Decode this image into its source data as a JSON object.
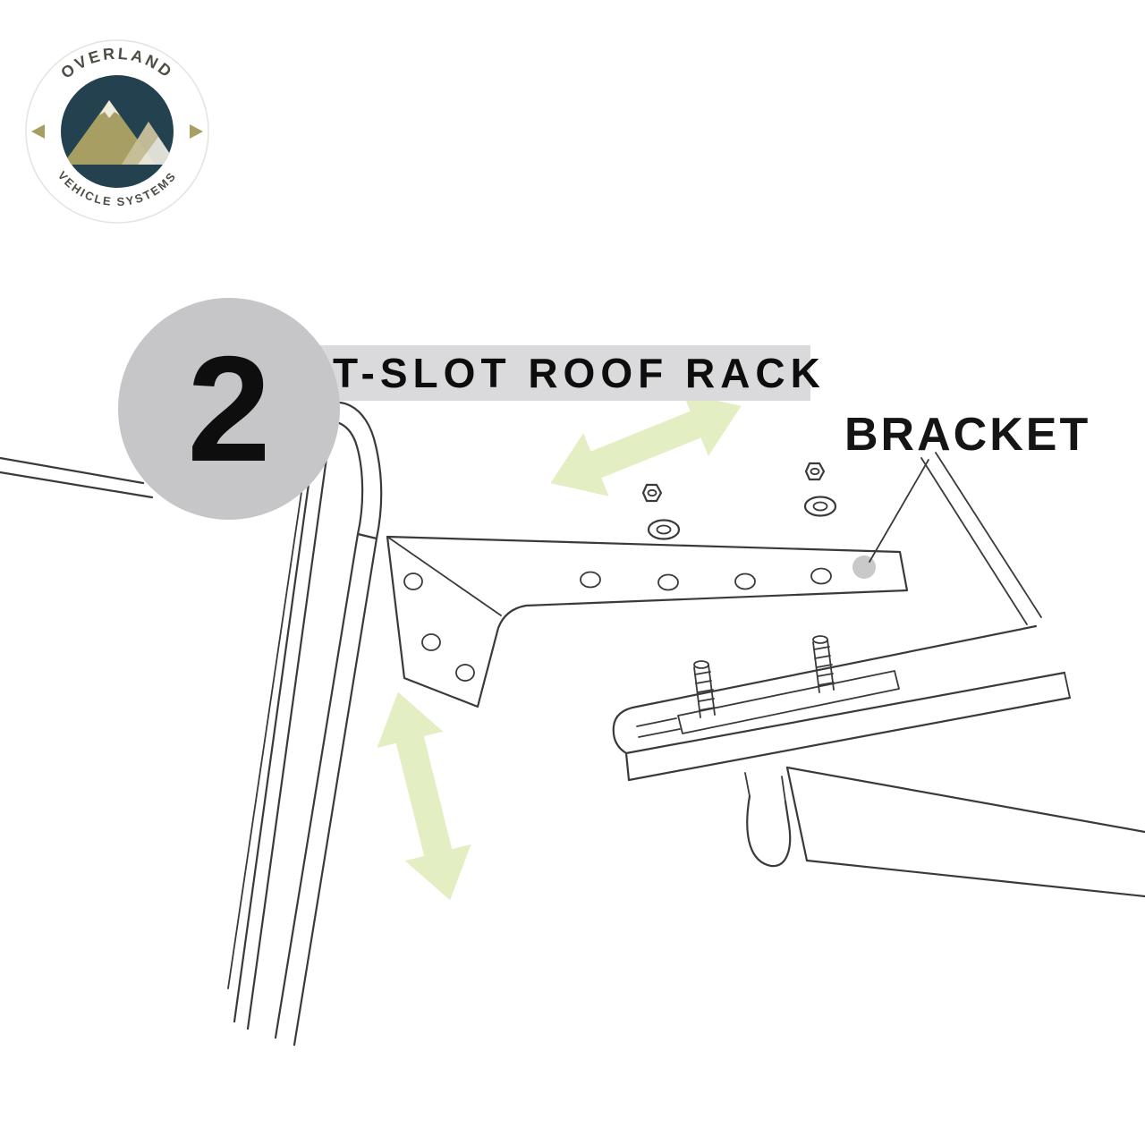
{
  "logo": {
    "top_text": "OVERLAND",
    "bottom_text": "VEHICLE SYSTEMS"
  },
  "step": {
    "number": "2"
  },
  "banner": {
    "title": "T-SLOT ROOF RACK"
  },
  "callout": {
    "label": "BRACKET"
  },
  "diagram": {
    "parts": [
      "l-bracket",
      "t-slot-rail",
      "threaded-stud-left",
      "threaded-stud-right",
      "washer-left",
      "washer-right",
      "nut-left",
      "nut-right",
      "vehicle-door-frame",
      "direction-arrow-upper",
      "direction-arrow-lower"
    ],
    "colors": {
      "line": "#3a3a3a",
      "arrow": "#e3eec3",
      "badge": "#c6c6c8",
      "banner": "#dadadc",
      "logo_navy": "#23414f",
      "logo_khaki": "#a79e63"
    }
  }
}
